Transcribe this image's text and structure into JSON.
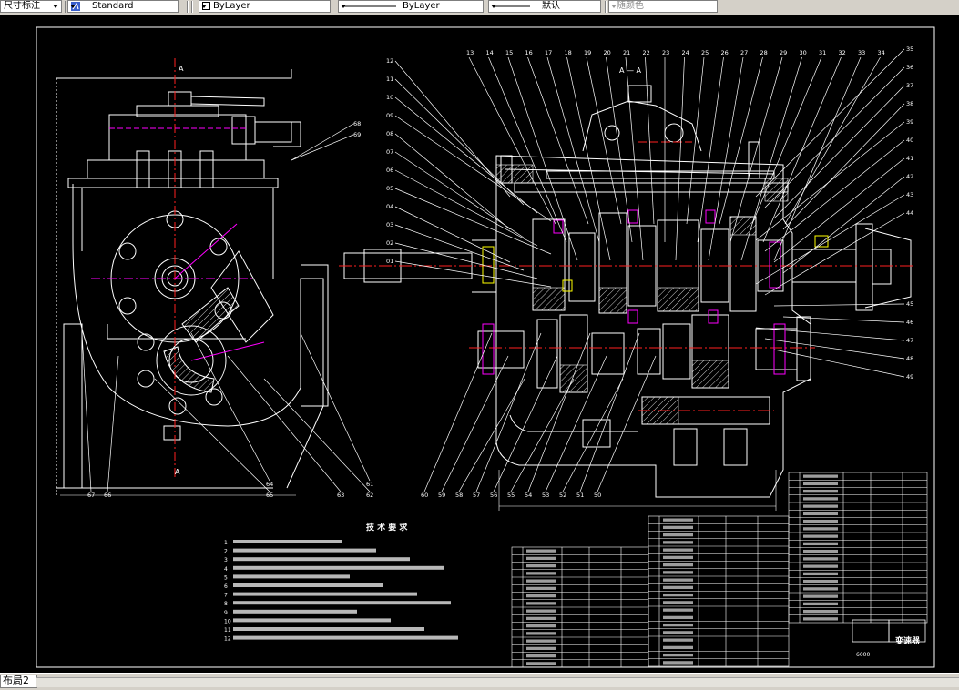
{
  "toolbar": {
    "dim_style_label": "尺寸标注",
    "text_style": "Standard",
    "layer": "ByLayer",
    "linetype": "ByLayer",
    "lineweight": "默认",
    "plot_color": "随颜色"
  },
  "drawing": {
    "section_label": "A — A",
    "view_label_a": "A",
    "tech_title": "技 术 要 求",
    "title_block_name": "变速器",
    "title_block_code": "6000",
    "callouts_top": [
      "13",
      "14",
      "15",
      "16",
      "17",
      "18",
      "19",
      "20",
      "21",
      "22",
      "23",
      "24",
      "25",
      "26",
      "27",
      "28",
      "29",
      "30",
      "31",
      "32",
      "33",
      "34"
    ],
    "callouts_left": [
      "12",
      "11",
      "10",
      "09",
      "08",
      "07",
      "06",
      "05",
      "04",
      "03",
      "02",
      "01"
    ],
    "callouts_right": [
      "35",
      "36",
      "37",
      "38",
      "39",
      "40",
      "41",
      "42",
      "43",
      "44",
      "45",
      "46",
      "47",
      "48",
      "49"
    ],
    "callouts_bottom_right": [
      "60",
      "59",
      "58",
      "57",
      "56",
      "55",
      "54",
      "53",
      "52",
      "51",
      "50"
    ],
    "callouts_bottom_left": [
      "67",
      "66",
      "65",
      "64",
      "63",
      "62",
      "61"
    ],
    "callouts_left_view": [
      "68",
      "69"
    ],
    "tech_notes": [
      "1",
      "2",
      "3",
      "4",
      "5",
      "6",
      "7",
      "8",
      "9",
      "10",
      "11",
      "12"
    ]
  },
  "layout_tab": "布局2",
  "colors": {
    "toolbar_bg": "#d4d0c8",
    "canvas_bg": "#000000",
    "line_white": "#ffffff",
    "line_red": "#ff2020",
    "line_magenta": "#ff00ff",
    "line_yellow": "#ffff00",
    "line_cyan": "#00ffff"
  }
}
